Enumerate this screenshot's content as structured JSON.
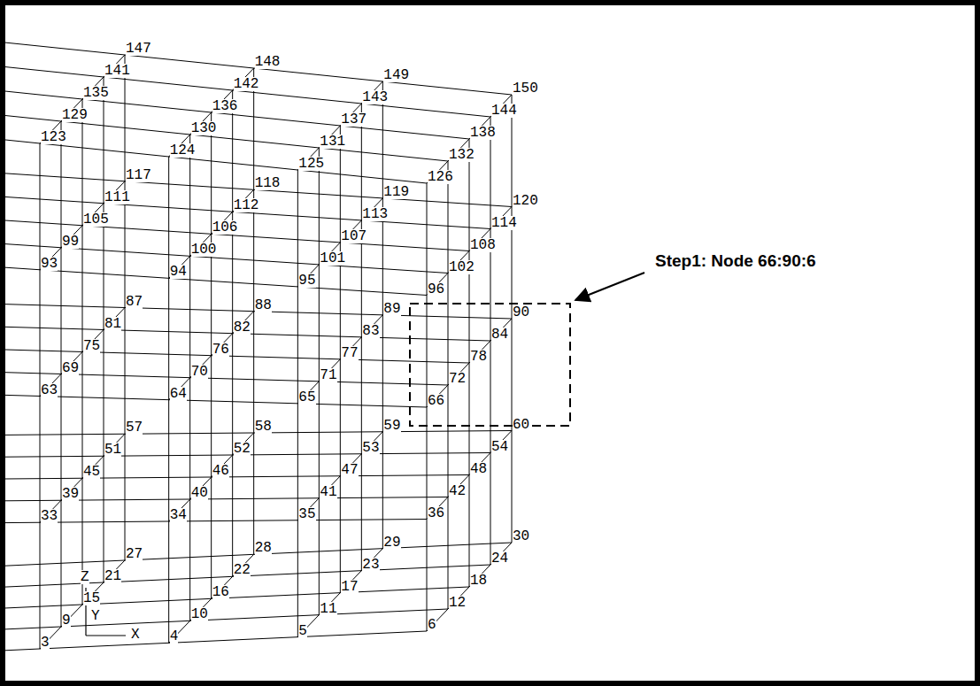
{
  "diagram": {
    "labels": [
      "3",
      "4",
      "5",
      "6",
      "9",
      "10",
      "11",
      "12",
      "15",
      "16",
      "17",
      "18",
      "21",
      "22",
      "23",
      "24",
      "27",
      "28",
      "29",
      "30",
      "33",
      "34",
      "35",
      "36",
      "39",
      "40",
      "41",
      "42",
      "45",
      "46",
      "47",
      "48",
      "51",
      "52",
      "53",
      "54",
      "57",
      "58",
      "59",
      "60",
      "63",
      "64",
      "65",
      "66",
      "69",
      "70",
      "71",
      "72",
      "75",
      "76",
      "77",
      "78",
      "81",
      "82",
      "83",
      "84",
      "87",
      "88",
      "89",
      "90",
      "93",
      "94",
      "95",
      "96",
      "99",
      "100",
      "101",
      "102",
      "105",
      "106",
      "107",
      "108",
      "111",
      "112",
      "113",
      "114",
      "117",
      "118",
      "119",
      "120",
      "123",
      "124",
      "125",
      "126",
      "129",
      "130",
      "131",
      "132",
      "135",
      "136",
      "137",
      "138",
      "141",
      "142",
      "143",
      "144",
      "147",
      "148",
      "149",
      "150",
      "Z",
      "Y",
      "X",
      "Step1: Node 66:90:6"
    ]
  }
}
